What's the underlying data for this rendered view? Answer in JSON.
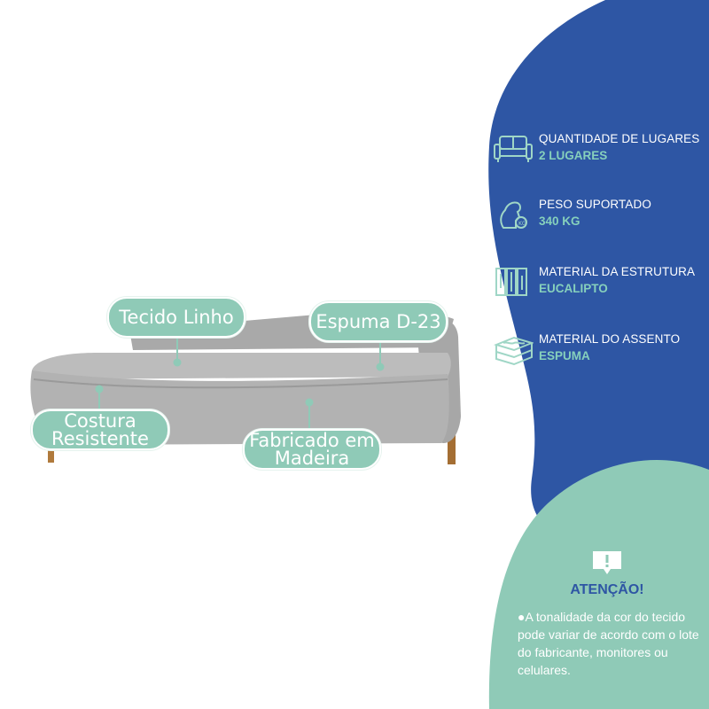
{
  "callouts": {
    "tecido": "Tecido Linho",
    "espuma": "Espuma D-23",
    "costura_line1": "Costura",
    "costura_line2": "Resistente",
    "fabricado_line1": "Fabricado em",
    "fabricado_line2": "Madeira"
  },
  "specs": [
    {
      "icon": "sofa-icon",
      "label": "QUANTIDADE DE LUGARES",
      "value": "2 LUGARES"
    },
    {
      "icon": "weight-kg-icon",
      "label": "PESO SUPORTADO",
      "value": "340 KG"
    },
    {
      "icon": "wood-structure-icon",
      "label": "MATERIAL DA ESTRUTURA",
      "value": "EUCALIPTO"
    },
    {
      "icon": "foam-seat-icon",
      "label": "MATERIAL DO ASSENTO",
      "value": "ESPUMA"
    }
  ],
  "alert": {
    "icon": "warning-message-icon",
    "title": "ATENÇÃO!",
    "body": "●A tonalidade da cor do tecido pode variar de acordo com o lote do fabricante, monitores ou celulares."
  },
  "colors": {
    "blue": "#2e56a4",
    "mint": "#8fcab7",
    "mint_text": "#86d0bc",
    "sofa_gray": "#b9b9b9",
    "leg_wood": "#b07a3c"
  }
}
